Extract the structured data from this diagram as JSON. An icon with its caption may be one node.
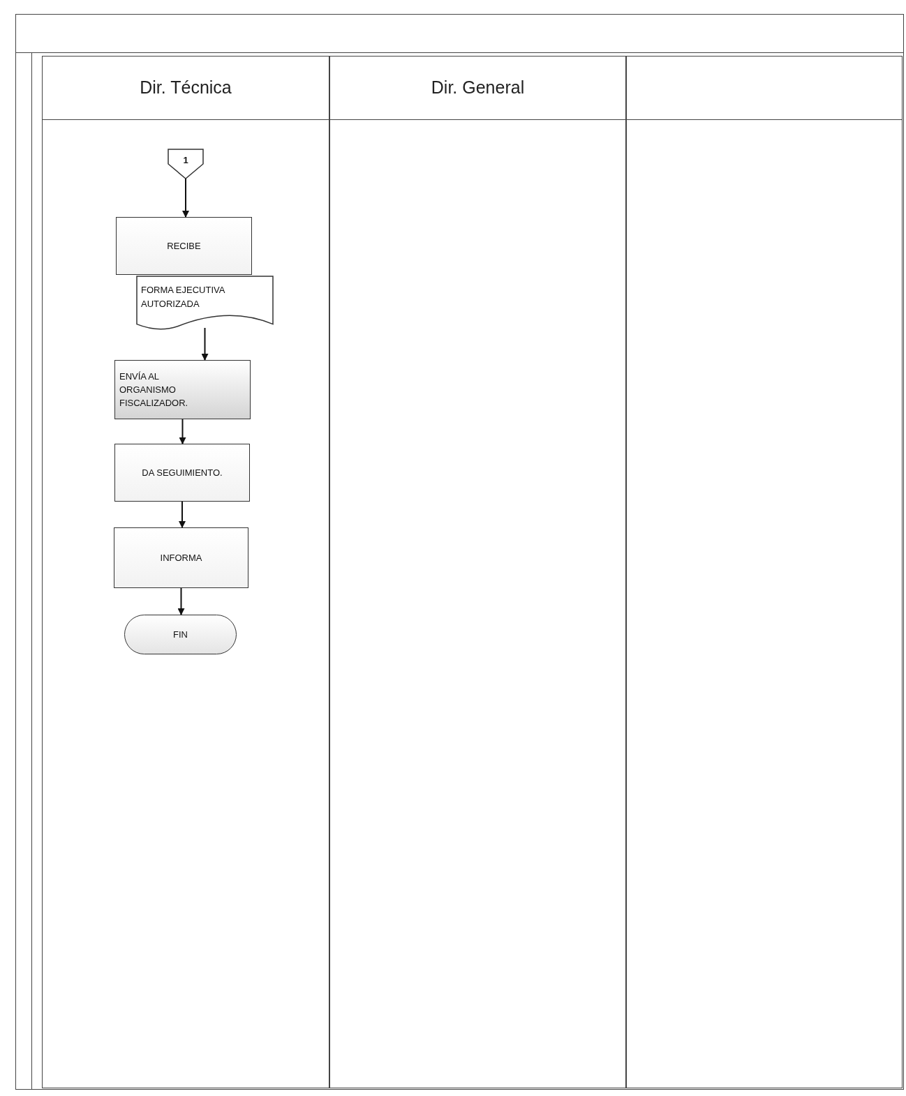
{
  "diagram": {
    "nodes": [
      {
        "text": [
          "Dir. Técnica"
        ]
      },
      {
        "text": [
          "Dir. General"
        ]
      },
      {
        "text": [],
        "shape": "box"
      },
      {
        "text": [
          "1"
        ],
        "in": 0
      },
      {
        "text": [
          "RECIBE"
        ],
        "in": 0
      },
      {
        "text": [
          "FORMA EJECUTIVA AUTORIZADA"
        ],
        "in": 0
      },
      {
        "text": [
          "ENVÍA AL ORGANISMO FISCALIZADOR."
        ],
        "in": 0
      },
      {
        "text": [
          "DA SEGUIMIENTO."
        ],
        "in": 0
      },
      {
        "text": [
          "INFORMA"
        ],
        "in": 0
      },
      {
        "text": [
          "FIN"
        ],
        "in": 0
      }
    ],
    "edges": [
      {
        "from": 3,
        "to": 4,
        "arrow": "to"
      },
      {
        "from": 5,
        "to": 6,
        "arrow": "to"
      },
      {
        "from": 6,
        "to": 7,
        "arrow": "to"
      },
      {
        "from": 7,
        "to": 8,
        "arrow": "to"
      },
      {
        "from": 8,
        "to": 9,
        "arrow": "to"
      }
    ]
  }
}
